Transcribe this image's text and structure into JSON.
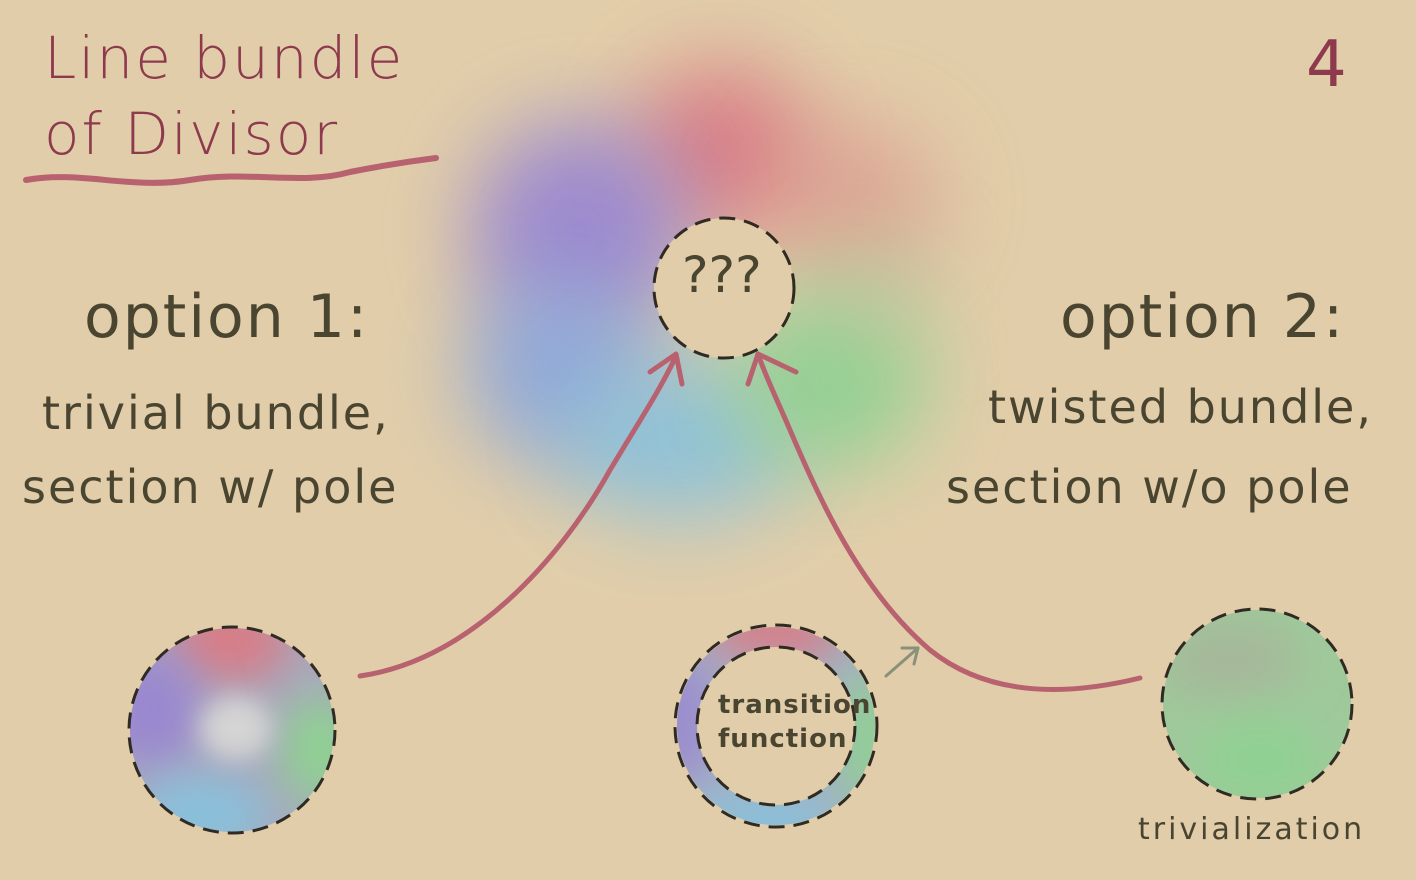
{
  "title": {
    "line1": "Line bundle",
    "line2": "of Divisor"
  },
  "page_number": "4",
  "center": {
    "label": "???"
  },
  "option1": {
    "heading": "option 1:",
    "line1": "trivial bundle,",
    "line2": "section w/ pole"
  },
  "option2": {
    "heading": "option 2:",
    "line1": "twisted bundle,",
    "line2": "section w/o pole"
  },
  "ring": {
    "line1": "transition",
    "line2": "function"
  },
  "trivialization_label": "trivialization",
  "colors": {
    "paper": "#e1cda9",
    "ink": "#4a4530",
    "accent": "#8e3a4e",
    "arrow": "#b8616f",
    "red": "#d97b85",
    "purple": "#9a87d0",
    "blue": "#88c1dc",
    "green": "#8fd192",
    "grey_arrow": "#8a907a"
  }
}
